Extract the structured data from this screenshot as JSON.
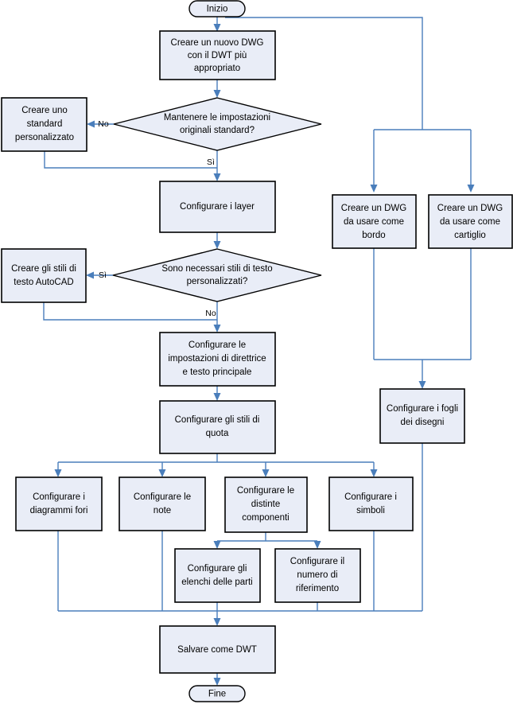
{
  "diagram": {
    "title_present": false,
    "language": "it",
    "colors": {
      "node_fill": "#e9edf7",
      "node_stroke": "#000000",
      "connector": "#4a7ebb",
      "background": "#ffffff",
      "text": "#000000"
    },
    "nodes": {
      "start": {
        "label": "Inizio",
        "shape": "terminator"
      },
      "create_dwg": {
        "label": "Creare un nuovo DWG con il DWT più appropriato",
        "shape": "process",
        "lines": [
          "Creare un nuovo DWG",
          "con il DWT più",
          "appropriato"
        ]
      },
      "decision_standard": {
        "label": "Mantenere le impostazioni originali standard?",
        "shape": "decision",
        "lines": [
          "Mantenere le impostazioni",
          "originali standard?"
        ]
      },
      "custom_standard": {
        "label": "Creare uno standard personalizzato",
        "shape": "process",
        "lines": [
          "Creare uno",
          "standard",
          "personalizzato"
        ]
      },
      "config_layer": {
        "label": "Configurare i layer",
        "shape": "process",
        "lines": [
          "Configurare i layer"
        ]
      },
      "decision_text_styles": {
        "label": "Sono necessari stili di testo personalizzati?",
        "shape": "decision",
        "lines": [
          "Sono necessari stili di testo",
          "personalizzati?"
        ]
      },
      "autocad_text_styles": {
        "label": "Creare gli stili di testo AutoCAD",
        "shape": "process",
        "lines": [
          "Creare gli stili di",
          "testo AutoCAD"
        ]
      },
      "config_leader": {
        "label": "Configurare le impostazioni di direttrice e testo principale",
        "shape": "process",
        "lines": [
          "Configurare le",
          "impostazioni di direttrice",
          "e testo principale"
        ]
      },
      "config_dim_styles": {
        "label": "Configurare gli stili di quota",
        "shape": "process",
        "lines": [
          "Configurare gli stili di",
          "quota"
        ]
      },
      "config_holes": {
        "label": "Configurare i diagrammi fori",
        "shape": "process",
        "lines": [
          "Configurare i",
          "diagrammi fori"
        ]
      },
      "config_notes": {
        "label": "Configurare le note",
        "shape": "process",
        "lines": [
          "Configurare le",
          "note"
        ]
      },
      "config_bom": {
        "label": "Configurare le distinte componenti",
        "shape": "process",
        "lines": [
          "Configurare le",
          "distinte",
          "componenti"
        ]
      },
      "config_symbols": {
        "label": "Configurare i simboli",
        "shape": "process",
        "lines": [
          "Configurare i",
          "simboli"
        ]
      },
      "config_parts_list": {
        "label": "Configurare gli elenchi delle parti",
        "shape": "process",
        "lines": [
          "Configurare gli",
          "elenchi delle parti"
        ]
      },
      "config_ref_number": {
        "label": "Configurare il numero di riferimento",
        "shape": "process",
        "lines": [
          "Configurare il",
          "numero di",
          "riferimento"
        ]
      },
      "dwg_border": {
        "label": "Creare un DWG da usare come bordo",
        "shape": "process",
        "lines": [
          "Creare un DWG",
          "da usare come",
          "bordo"
        ]
      },
      "dwg_titleblock": {
        "label": "Creare un DWG da usare come cartiglio",
        "shape": "process",
        "lines": [
          "Creare un DWG",
          "da usare come",
          "cartiglio"
        ]
      },
      "config_sheets": {
        "label": "Configurare i fogli dei disegni",
        "shape": "process",
        "lines": [
          "Configurare i fogli",
          "dei disegni"
        ]
      },
      "save_dwt": {
        "label": "Salvare come DWT",
        "shape": "process",
        "lines": [
          "Salvare come DWT"
        ]
      },
      "end": {
        "label": "Fine",
        "shape": "terminator"
      }
    },
    "edge_labels": {
      "standard_no": "No",
      "standard_si": "Sì",
      "text_styles_si": "Sì",
      "text_styles_no": "No"
    }
  }
}
